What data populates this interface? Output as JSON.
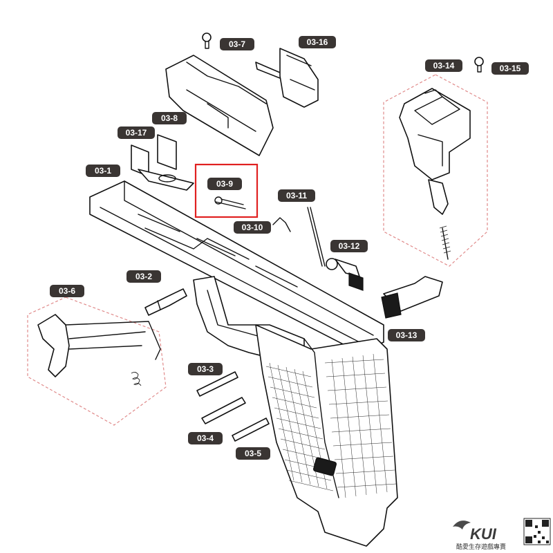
{
  "diagram": {
    "highlight_color": "#e02020",
    "label_bg": "#3a3533",
    "labels": {
      "p03_1": "03-1",
      "p03_2": "03-2",
      "p03_3": "03-3",
      "p03_4": "03-4",
      "p03_5": "03-5",
      "p03_6": "03-6",
      "p03_7": "03-7",
      "p03_8": "03-8",
      "p03_9": "03-9",
      "p03_10": "03-10",
      "p03_11": "03-11",
      "p03_12": "03-12",
      "p03_13": "03-13",
      "p03_14": "03-14",
      "p03_15": "03-15",
      "p03_16": "03-16",
      "p03_17": "03-17"
    },
    "highlighted_part": "03-9"
  },
  "brand": {
    "logo_text": "KUI",
    "tagline": "酷愛生存遊戲專賣",
    "qr_icon": "qr-code-icon"
  }
}
